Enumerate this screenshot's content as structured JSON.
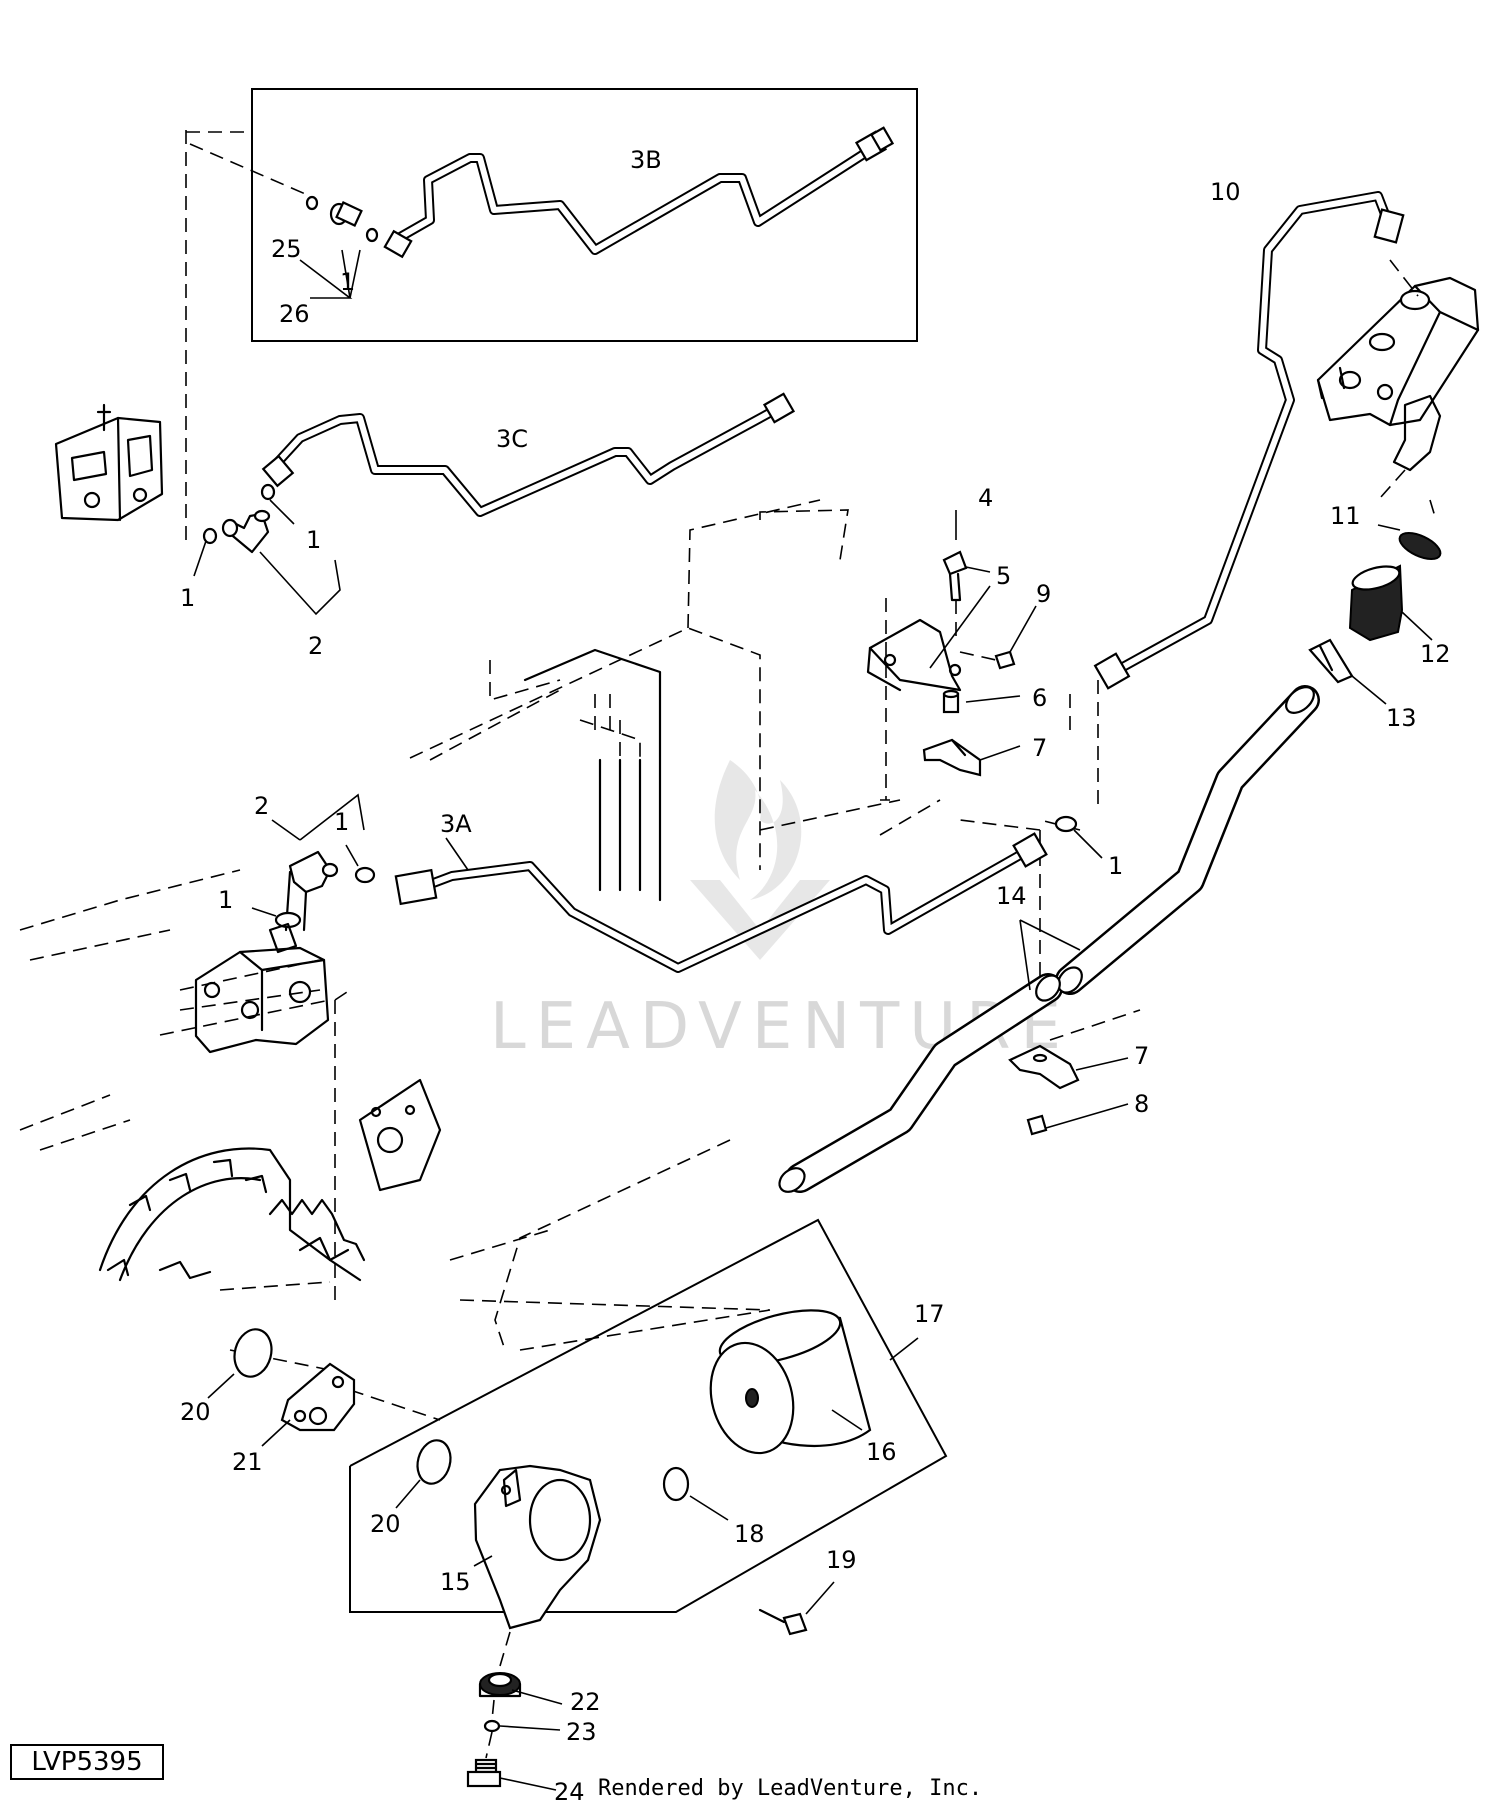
{
  "drawing_id": "LVP5395",
  "credit": "Rendered by LeadVenture, Inc.",
  "watermark": "LEADVENTURE",
  "callouts": {
    "c25": "25",
    "c26": "26",
    "c1_inset": "1",
    "c3b": "3B",
    "c10": "10",
    "c3c": "3C",
    "c1_upper_left": "1",
    "c1_upper_mid": "1",
    "c2_upper": "2",
    "c4": "4",
    "c5": "5",
    "c9": "9",
    "c11": "11",
    "c12": "12",
    "c13": "13",
    "c6": "6",
    "c7_upper": "7",
    "c2_lower": "2",
    "c1_lower_a": "1",
    "c3a": "3A",
    "c1_lower_b": "1",
    "c1_lower_right": "1",
    "c14": "14",
    "c7_lower": "7",
    "c8": "8",
    "c17": "17",
    "c20_a": "20",
    "c21": "21",
    "c16": "16",
    "c20_b": "20",
    "c18": "18",
    "c15": "15",
    "c19": "19",
    "c22": "22",
    "c23": "23",
    "c24": "24"
  }
}
